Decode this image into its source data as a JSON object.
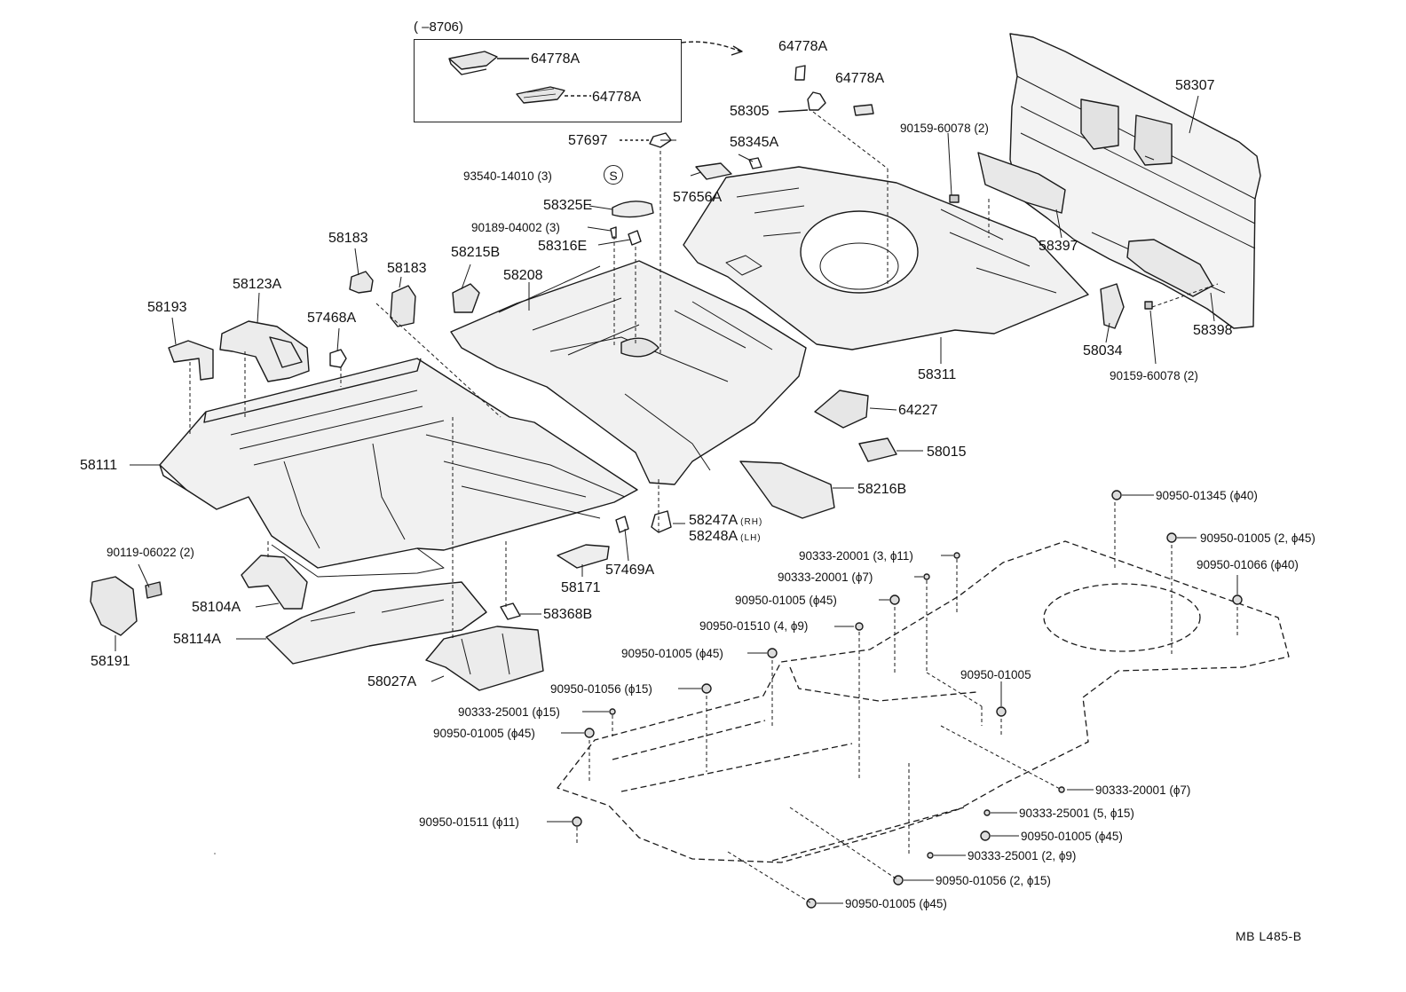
{
  "inset": {
    "range": "(        –8706)"
  },
  "reference": "MB  L485-B",
  "s_mark": "S",
  "labels": {
    "p64778A_inset1": "64778A",
    "p64778A_inset2": "64778A",
    "p64778A_top1": "64778A",
    "p64778A_top2": "64778A",
    "p58305": "58305",
    "p57697": "57697",
    "p58345A": "58345A",
    "p93540": "93540-14010 (3)",
    "p58325E": "58325E",
    "p90189": "90189-04002 (3)",
    "p58316E": "58316E",
    "p57656A": "57656A",
    "p58183a": "58183",
    "p58183b": "58183",
    "p58215B": "58215B",
    "p58208": "58208",
    "p58123A": "58123A",
    "p58193": "58193",
    "p57468A": "57468A",
    "p58307": "58307",
    "p90159a": "90159-60078 (2)",
    "p58397": "58397",
    "p58398": "58398",
    "p58034": "58034",
    "p90159b": "90159-60078 (2)",
    "p58311": "58311",
    "p64227": "64227",
    "p58015": "58015",
    "p58216B": "58216B",
    "p58111": "58111",
    "p58247A": "58247A",
    "p58247A_rh": "(RH)",
    "p58248A": "58248A",
    "p58248A_lh": "(LH)",
    "p57469A": "57469A",
    "p58171": "58171",
    "p90119": "90119-06022 (2)",
    "p58104A": "58104A",
    "p58368B": "58368B",
    "p58114A": "58114A",
    "p58191": "58191",
    "p58027A": "58027A",
    "p90950_01345": "90950-01345 (ϕ40)",
    "p90950_01005_2": "90950-01005 (2, ϕ45)",
    "p90333_20001_3": "90333-20001 (3, ϕ11)",
    "p90950_01066": "90950-01066 (ϕ40)",
    "p90333_20001_7a": "90333-20001 (ϕ7)",
    "p90950_01005_45a": "90950-01005 (ϕ45)",
    "p90950_01510": "90950-01510 (4, ϕ9)",
    "p90950_01005_45b": "90950-01005 (ϕ45)",
    "p90950_01005_c": "90950-01005",
    "p90950_01056": "90950-01056 (ϕ15)",
    "p90333_25001_15": "90333-25001 (ϕ15)",
    "p90950_01005_45c": "90950-01005 (ϕ45)",
    "p90333_20001_7b": "90333-20001 (ϕ7)",
    "p90333_25001_5": "90333-25001 (5, ϕ15)",
    "p90950_01511": "90950-01511 (ϕ11)",
    "p90950_01005_45d": "90950-01005 (ϕ45)",
    "p90333_25001_2": "90333-25001 (2, ϕ9)",
    "p90950_01056_2": "90950-01056 (2, ϕ15)",
    "p90950_01005_45e": "90950-01005 (ϕ45)"
  }
}
